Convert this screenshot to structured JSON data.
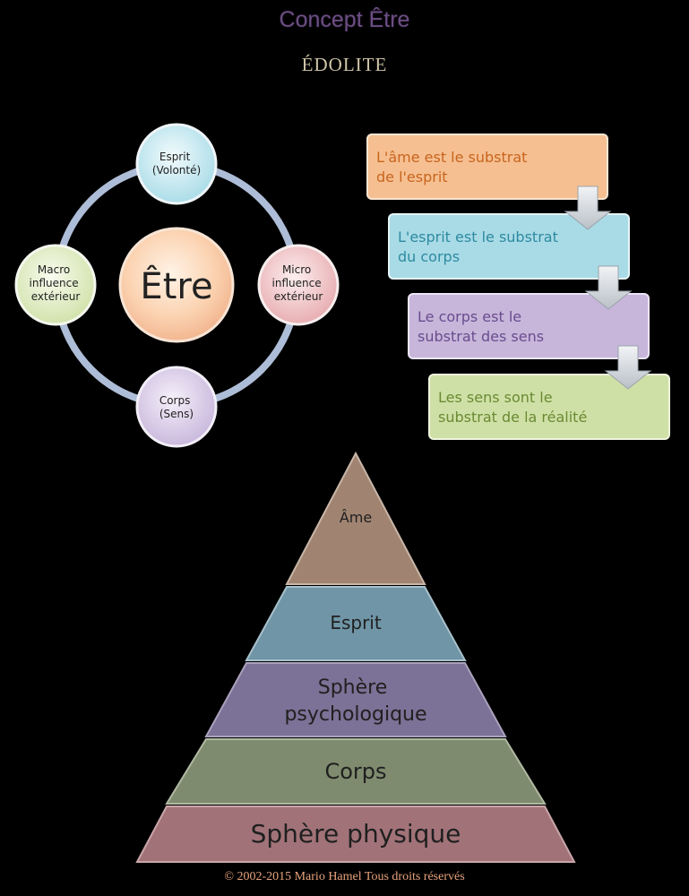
{
  "header": {
    "title": "Concept Être",
    "subtitle": "ÉDOLITE"
  },
  "cycle": {
    "center": "Être",
    "top": [
      "Esprit",
      "(Volonté)"
    ],
    "right": [
      "Micro",
      "influence",
      "extérieur"
    ],
    "bottom": [
      "Corps",
      "(Sens)"
    ],
    "left": [
      "Macro",
      "influence",
      "extérieur"
    ]
  },
  "process": {
    "steps": [
      {
        "lines": [
          "L'âme est le substrat",
          "de l'esprit"
        ],
        "color": "#f5bf91",
        "text_color": "#c8651e"
      },
      {
        "lines": [
          "L'esprit est le substrat",
          "du corps"
        ],
        "color": "#a9dbe6",
        "text_color": "#2d8aa0"
      },
      {
        "lines": [
          "Le corps est le",
          "substrat des sens"
        ],
        "color": "#c7b6da",
        "text_color": "#6a4c8e"
      },
      {
        "lines": [
          "Les sens sont le",
          "substrat de la réalité"
        ],
        "color": "#cfe0a6",
        "text_color": "#6a8a33"
      }
    ]
  },
  "pyramid": {
    "levels": [
      {
        "lines": [
          "Âme"
        ],
        "color": "#a08471"
      },
      {
        "lines": [
          "Esprit"
        ],
        "color": "#6f95a6"
      },
      {
        "lines": [
          "Sphère",
          "psychologique"
        ],
        "color": "#7c7196"
      },
      {
        "lines": [
          "Corps"
        ],
        "color": "#7f8b6e"
      },
      {
        "lines": [
          "Sphère physique"
        ],
        "color": "#a17378"
      }
    ]
  },
  "footer": {
    "copyright": "© 2002-2015 Mario Hamel Tous droits réservés"
  }
}
